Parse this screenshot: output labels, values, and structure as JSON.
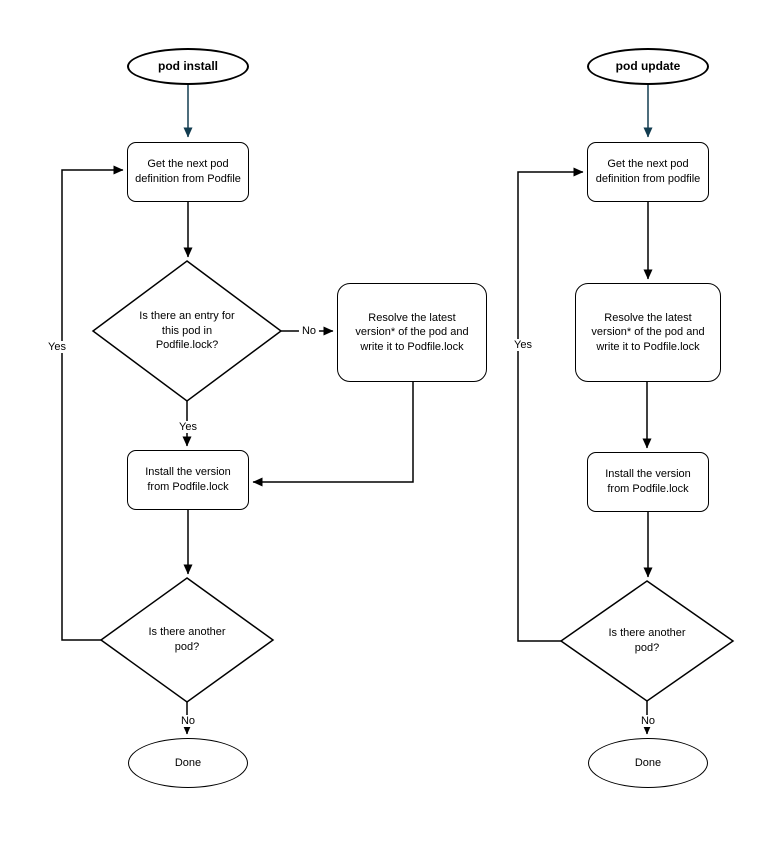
{
  "colors": {
    "start_arrow": "#123c50",
    "line": "#000000"
  },
  "flows": [
    {
      "start_label": "pod install",
      "get_next": "Get the next pod definition from Podfile",
      "entry_check": "Is there an entry for this pod in Podfile.lock?",
      "branch_no_label": "No",
      "branch_yes_label": "Yes",
      "resolve": "Resolve the latest version* of the pod and write it to Podfile.lock",
      "install": "Install the version from Podfile.lock",
      "another_check": "Is there another pod?",
      "loop_yes_label": "Yes",
      "end_no_label": "No",
      "done_label": "Done"
    },
    {
      "start_label": "pod update",
      "get_next": "Get the next pod definition from podfile",
      "resolve": "Resolve the latest version* of the pod and write it to Podfile.lock",
      "install": "Install the version from Podfile.lock",
      "another_check": "Is there another pod?",
      "loop_yes_label": "Yes",
      "end_no_label": "No",
      "done_label": "Done"
    }
  ]
}
